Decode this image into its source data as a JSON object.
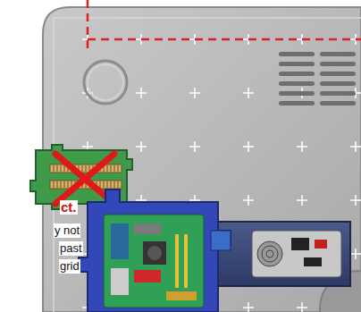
{
  "diagram": {
    "labels": [
      "ct.",
      "y not",
      "past",
      "grid"
    ]
  }
}
